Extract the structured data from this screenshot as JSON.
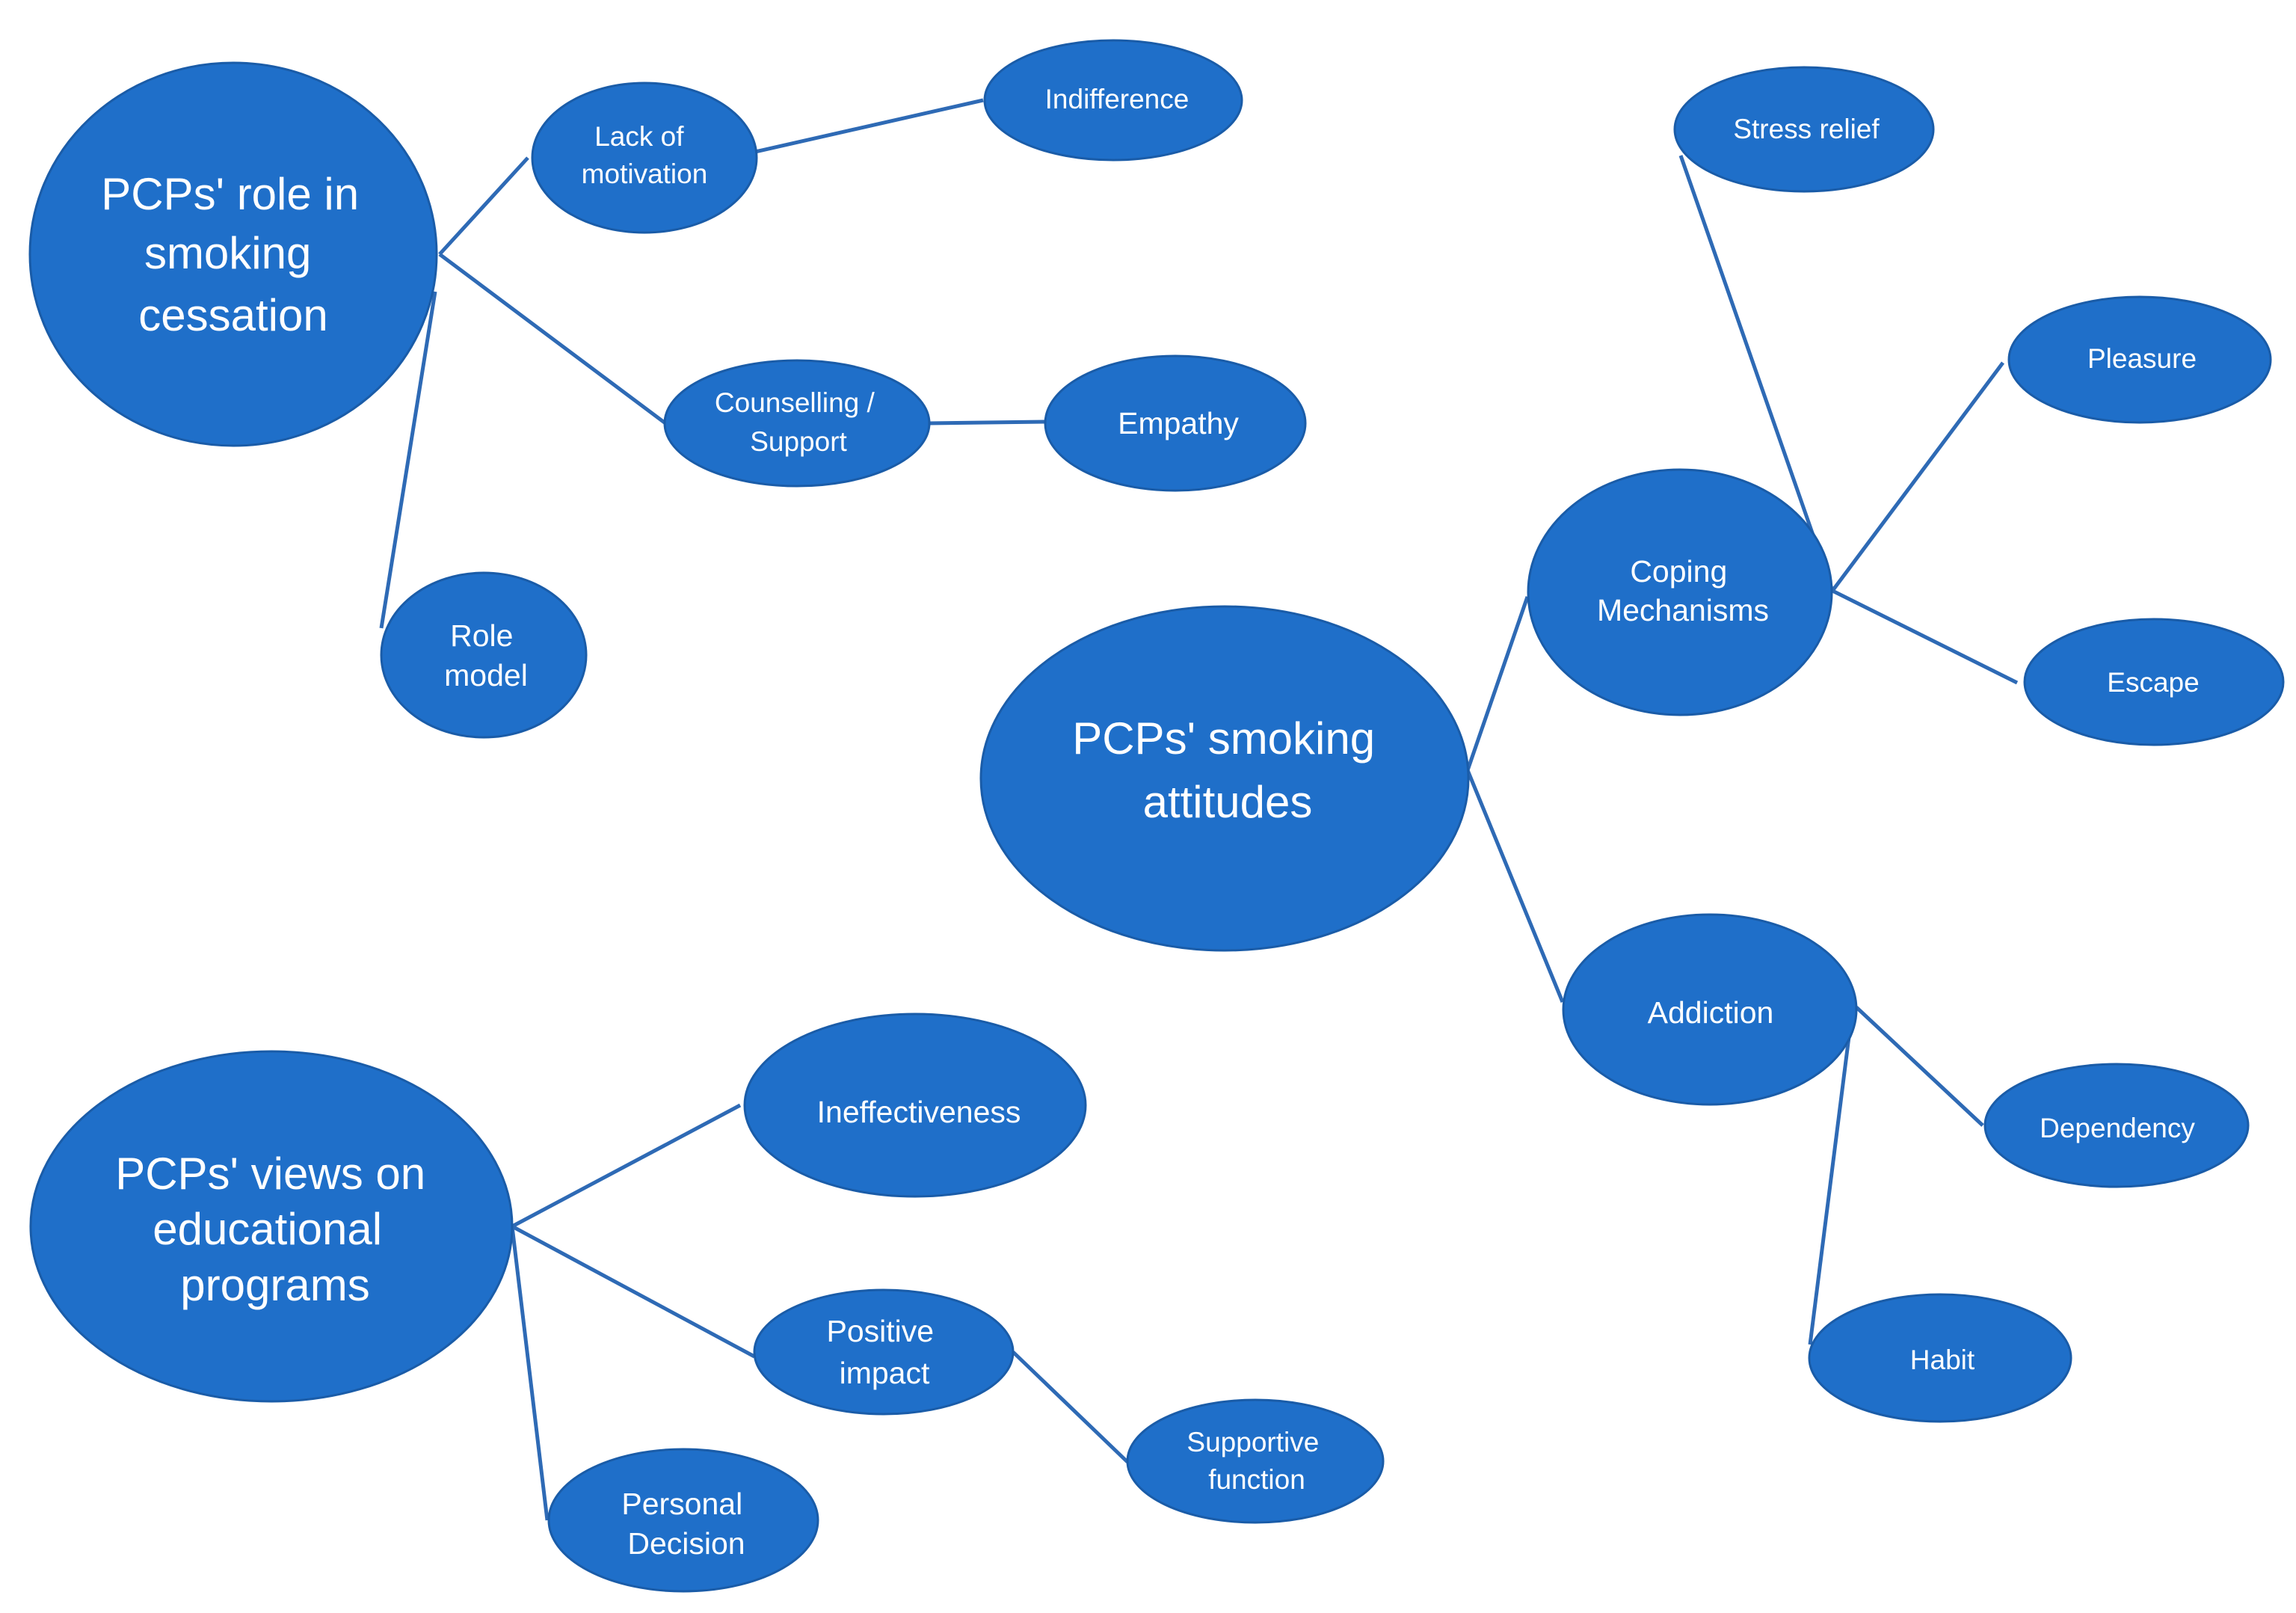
{
  "nodes": {
    "role_root": [
      "PCPs' role in",
      "smoking",
      "cessation"
    ],
    "lack_motivation": [
      "Lack of",
      "motivation"
    ],
    "indifference": [
      "Indifference"
    ],
    "counselling": [
      "Counselling /",
      "Support"
    ],
    "empathy": [
      "Empathy"
    ],
    "role_model": [
      "Role",
      "model"
    ],
    "attitudes_root": [
      "PCPs' smoking",
      "attitudes"
    ],
    "coping": [
      "Coping",
      "Mechanisms"
    ],
    "stress_relief": [
      "Stress relief"
    ],
    "pleasure": [
      "Pleasure"
    ],
    "escape": [
      "Escape"
    ],
    "addiction": [
      "Addiction"
    ],
    "dependency": [
      "Dependency"
    ],
    "habit": [
      "Habit"
    ],
    "views_root": [
      "PCPs' views on",
      "educational",
      "programs"
    ],
    "ineffectiveness": [
      "Ineffectiveness"
    ],
    "positive_impact": [
      "Positive",
      "impact"
    ],
    "supportive_function": [
      "Supportive",
      "function"
    ],
    "personal_decision": [
      "Personal",
      "Decision"
    ]
  },
  "edges": [
    [
      "role_root",
      "lack_motivation"
    ],
    [
      "lack_motivation",
      "indifference"
    ],
    [
      "role_root",
      "counselling"
    ],
    [
      "counselling",
      "empathy"
    ],
    [
      "role_root",
      "role_model"
    ],
    [
      "attitudes_root",
      "coping"
    ],
    [
      "coping",
      "stress_relief"
    ],
    [
      "coping",
      "pleasure"
    ],
    [
      "coping",
      "escape"
    ],
    [
      "attitudes_root",
      "addiction"
    ],
    [
      "addiction",
      "dependency"
    ],
    [
      "addiction",
      "habit"
    ],
    [
      "views_root",
      "ineffectiveness"
    ],
    [
      "views_root",
      "positive_impact"
    ],
    [
      "positive_impact",
      "supportive_function"
    ],
    [
      "views_root",
      "personal_decision"
    ]
  ],
  "colors": {
    "node_fill": "#1F6FC9",
    "edge": "#2E6AB5",
    "text": "#ffffff"
  }
}
